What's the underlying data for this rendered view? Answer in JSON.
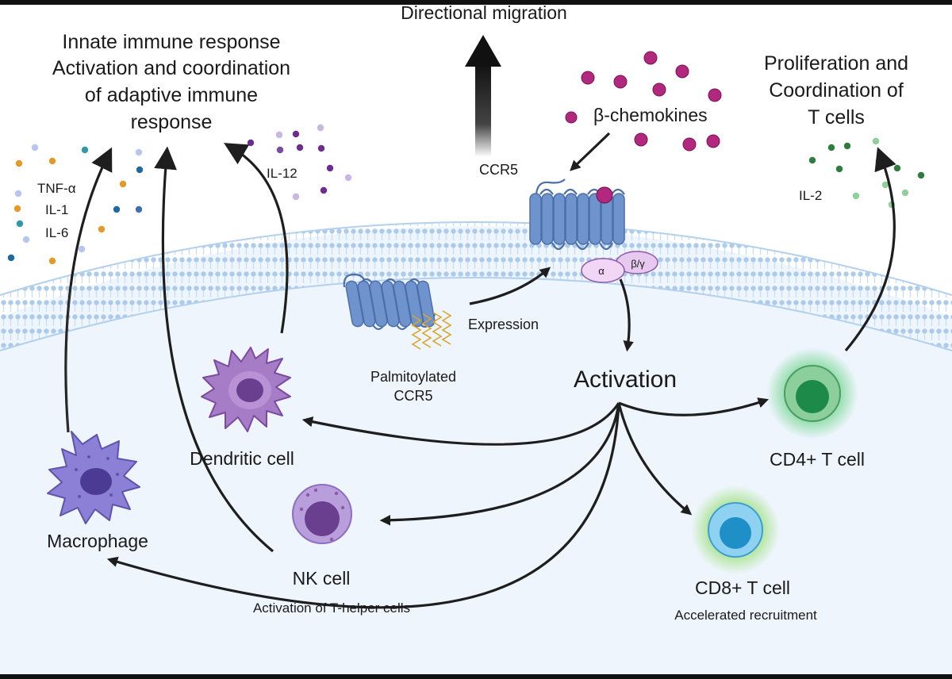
{
  "labels": {
    "directional_migration": "Directional migration",
    "innate_line1": "Innate immune response",
    "innate_line2": "Activation and coordination",
    "innate_line3": "of adaptive immune",
    "innate_line4": "response",
    "proliferation_line1": "Proliferation and",
    "proliferation_line2": "Coordination of",
    "proliferation_line3": "T cells",
    "beta_chemokines": "β-chemokines",
    "ccr5": "CCR5",
    "alpha": "α",
    "beta_gamma": "β/γ",
    "expression": "Expression",
    "palmitoylated_line1": "Palmitoylated",
    "palmitoylated_line2": "CCR5",
    "activation": "Activation",
    "tnf": "TNF-α",
    "il1": "IL-1",
    "il6": "IL-6",
    "il12": "IL-12",
    "il2": "IL-2",
    "dendritic_cell": "Dendritic cell",
    "macrophage": "Macrophage",
    "nk_cell": "NK cell",
    "nk_sub": "Activation of T-helper cells",
    "cd4": "CD4+ T cell",
    "cd8": "CD8+ T cell",
    "cd8_sub": "Accelerated recruitment"
  },
  "colors": {
    "membrane": "#b9d3ec",
    "cytoplasm": "#eef5fc",
    "receptor": "#6f93cc",
    "chemokine": "#b2287e",
    "dendritic": "#a67cc7",
    "macrophage": "#8b7fd6",
    "nk": "#a88bcd",
    "cd4": "#2fa45e",
    "cd8": "#2f9ed6"
  }
}
